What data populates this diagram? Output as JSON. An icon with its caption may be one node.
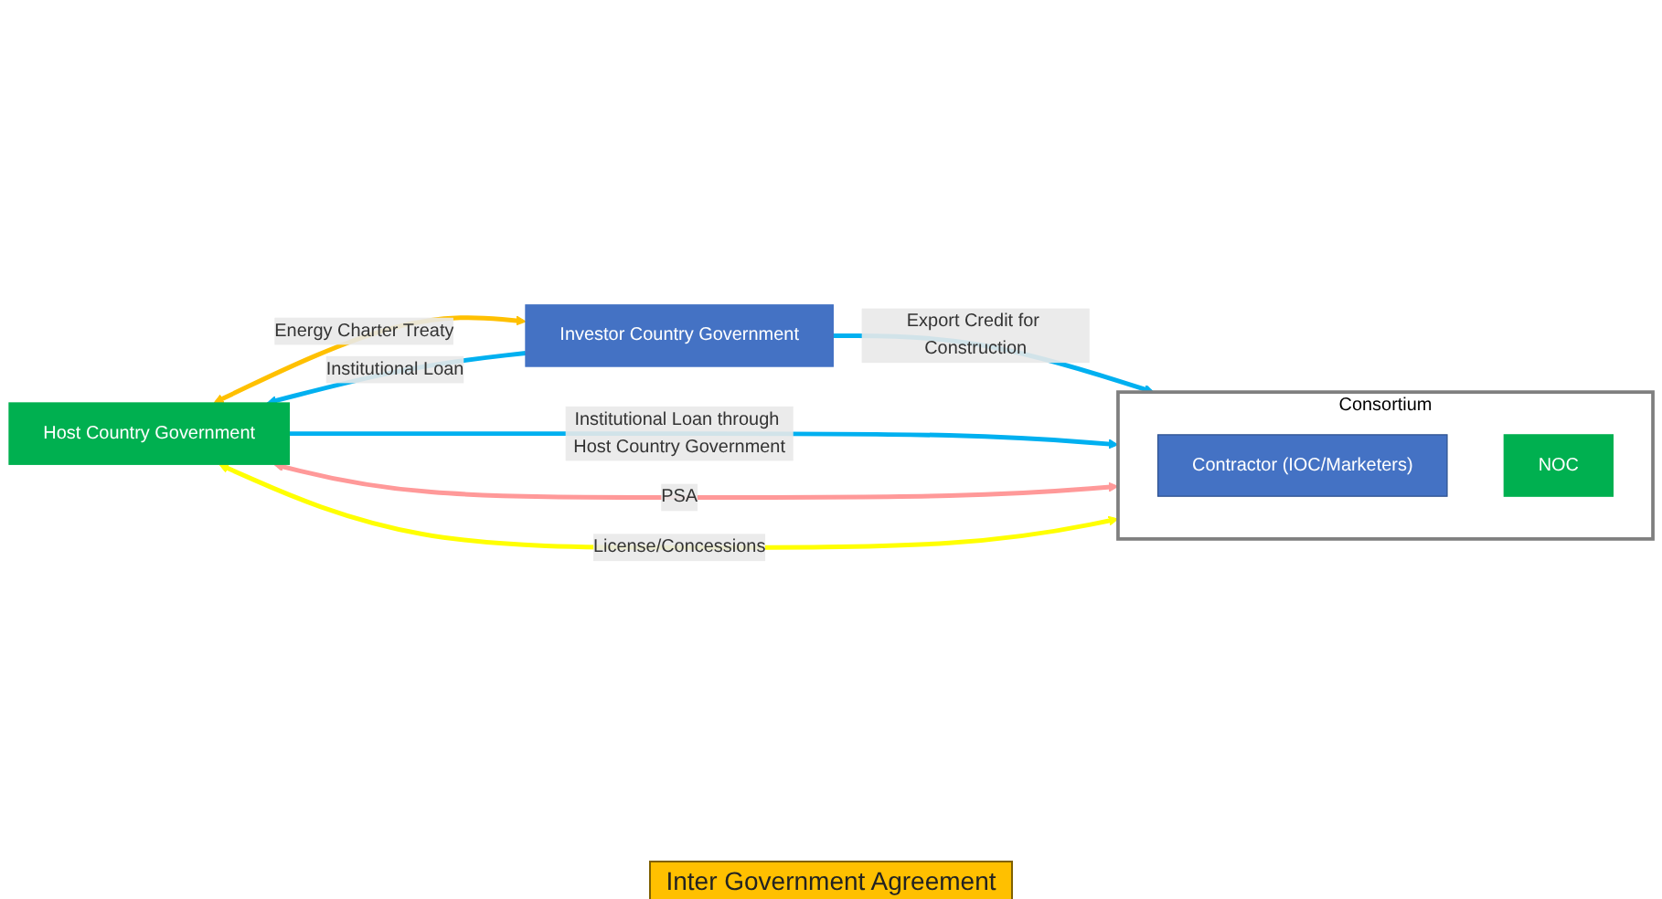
{
  "diagram": {
    "nodes": [
      {
        "text": [
          "Host Country Government"
        ]
      },
      {
        "text": [
          "Investor Country Government"
        ]
      },
      {
        "text": [
          "Consortium"
        ]
      },
      {
        "text": [
          "Contractor (IOC/Marketers)"
        ],
        "in": 2
      },
      {
        "text": [
          "NOC"
        ],
        "in": 2
      }
    ],
    "edges": [
      {
        "from": 0,
        "to": 1,
        "arrow": "both",
        "label": "Energy Charter Treaty",
        "color": "#ffc000"
      },
      {
        "from": 1,
        "to": 0,
        "arrow": "to",
        "label": "Institutional Loan"
      },
      {
        "from": 1,
        "to": 2,
        "arrow": "to",
        "label": "Export Credit for Construction"
      },
      {
        "from": 0,
        "to": 2,
        "arrow": "to",
        "label": "Institutional Loan through Host Country Government"
      },
      {
        "from": 0,
        "to": 2,
        "arrow": "both",
        "label": "PSA",
        "color": "#ff9999"
      },
      {
        "from": 0,
        "to": 2,
        "arrow": "both",
        "label": "License/Concessions",
        "color": "#ffff00"
      }
    ],
    "labels": [
      "Inter Government Agreement"
    ]
  }
}
